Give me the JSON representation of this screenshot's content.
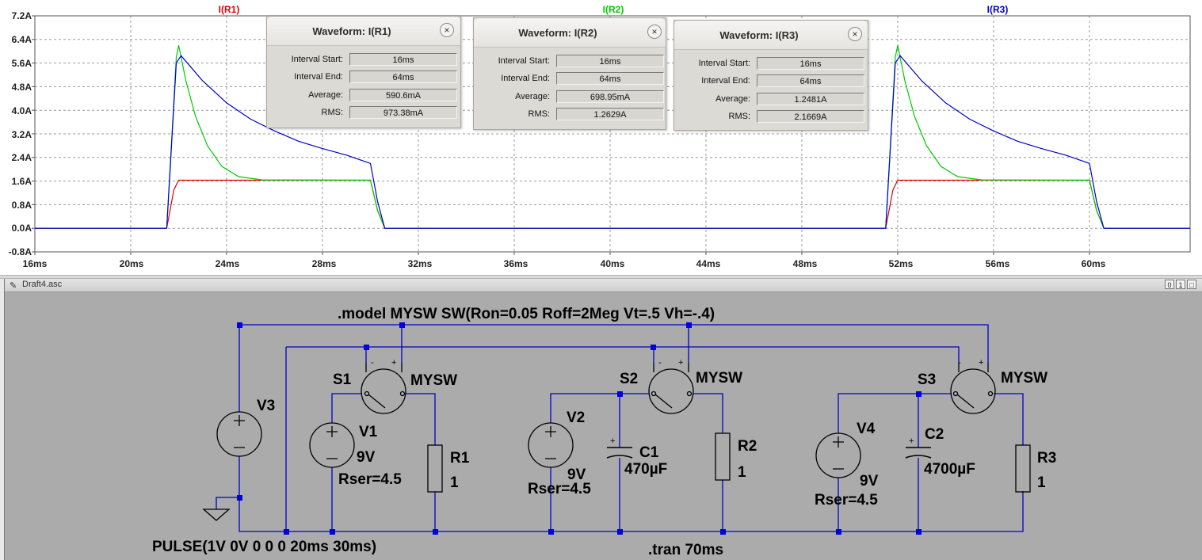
{
  "plot": {
    "trace_titles": [
      {
        "label": "I(R1)",
        "color": "#e00000"
      },
      {
        "label": "I(R2)",
        "color": "#00cc00"
      },
      {
        "label": "I(R3)",
        "color": "#0000d0"
      }
    ],
    "y_ticks": [
      "7.2A",
      "6.4A",
      "5.6A",
      "4.8A",
      "4.0A",
      "3.2A",
      "2.4A",
      "1.6A",
      "0.8A",
      "0.0A",
      "-0.8A"
    ],
    "x_ticks": [
      "16ms",
      "20ms",
      "24ms",
      "28ms",
      "32ms",
      "36ms",
      "40ms",
      "44ms",
      "48ms",
      "52ms",
      "56ms",
      "60ms"
    ]
  },
  "chart_data": {
    "type": "line",
    "xlabel": "",
    "ylabel": "",
    "x_unit": "ms",
    "y_unit": "A",
    "xlim": [
      16,
      64.2
    ],
    "ylim": [
      -0.8,
      7.2
    ],
    "grid": true,
    "legend": "top",
    "series": [
      {
        "name": "I(R1)",
        "color": "#e00000",
        "x": [
          16,
          21.5,
          21.8,
          22.0,
          24,
          28,
          30,
          30.3,
          30.6,
          51.5,
          51.8,
          52.0,
          54,
          58,
          60,
          60.3,
          60.6,
          64.2
        ],
        "y": [
          0,
          0,
          1.3,
          1.63,
          1.63,
          1.63,
          1.63,
          0.6,
          0,
          0,
          1.3,
          1.63,
          1.63,
          1.63,
          1.63,
          0.6,
          0,
          0
        ]
      },
      {
        "name": "I(R2)",
        "color": "#00cc00",
        "x": [
          16,
          21.5,
          21.9,
          22.0,
          22.3,
          22.7,
          23.2,
          23.8,
          24.5,
          25.5,
          30,
          30.3,
          30.6,
          51.5,
          51.9,
          52.0,
          52.3,
          52.7,
          53.2,
          53.8,
          54.5,
          55.5,
          60,
          60.3,
          60.6,
          64.2
        ],
        "y": [
          0,
          0,
          5.8,
          6.2,
          5.0,
          3.8,
          2.8,
          2.1,
          1.75,
          1.64,
          1.63,
          0.6,
          0,
          0,
          5.8,
          6.2,
          5.0,
          3.8,
          2.8,
          2.1,
          1.75,
          1.64,
          1.63,
          0.6,
          0,
          0
        ]
      },
      {
        "name": "I(R3)",
        "color": "#0000d0",
        "x": [
          16,
          21.5,
          21.9,
          22.1,
          23,
          24,
          25,
          26,
          27,
          28,
          29,
          30,
          30.3,
          30.6,
          51.5,
          51.9,
          52.1,
          53,
          54,
          55,
          56,
          57,
          58,
          59,
          60,
          60.3,
          60.6,
          64.2
        ],
        "y": [
          0,
          0,
          5.6,
          5.85,
          5.0,
          4.25,
          3.7,
          3.3,
          2.95,
          2.7,
          2.48,
          2.2,
          0.9,
          0,
          0,
          5.6,
          5.85,
          5.0,
          4.25,
          3.7,
          3.3,
          2.95,
          2.7,
          2.48,
          2.2,
          0.9,
          0,
          0
        ]
      }
    ]
  },
  "dialogs": [
    {
      "title": "Waveform: I(R1)",
      "close": "×",
      "rows": [
        {
          "label": "Interval Start:",
          "value": "16ms"
        },
        {
          "label": "Interval End:",
          "value": "64ms"
        },
        {
          "label": "Average:",
          "value": "590.6mA"
        },
        {
          "label": "RMS:",
          "value": "973.38mA"
        }
      ]
    },
    {
      "title": "Waveform: I(R2)",
      "close": "×",
      "rows": [
        {
          "label": "Interval Start:",
          "value": "16ms"
        },
        {
          "label": "Interval End:",
          "value": "64ms"
        },
        {
          "label": "Average:",
          "value": "698.95mA"
        },
        {
          "label": "RMS:",
          "value": "1.2629A"
        }
      ]
    },
    {
      "title": "Waveform: I(R3)",
      "close": "×",
      "rows": [
        {
          "label": "Interval Start:",
          "value": "16ms"
        },
        {
          "label": "Interval End:",
          "value": "64ms"
        },
        {
          "label": "Average:",
          "value": "1.2481A"
        },
        {
          "label": "RMS:",
          "value": "2.1669A"
        }
      ]
    }
  ],
  "schematic": {
    "window_title": "Draft4.asc",
    "window_buttons": [
      "0",
      "1",
      "□"
    ],
    "directives": {
      "model": ".model MYSW SW(Ron=0.05 Roff=2Meg Vt=.5 Vh=-.4)",
      "pulse": "PULSE(1V 0V 0 0 0 20ms 30ms)",
      "tran": ".tran 70ms"
    },
    "components": {
      "V3": "V3",
      "V1": "V1",
      "V1_value": "9V",
      "V1_rser": "Rser=4.5",
      "S1": "S1",
      "S1_model": "MYSW",
      "R1": "R1",
      "R1_value": "1",
      "V2": "V2",
      "V2_value": "9V",
      "V2_rser": "Rser=4.5",
      "S2": "S2",
      "S2_model": "MYSW",
      "C1": "C1",
      "C1_value": "470µF",
      "R2": "R2",
      "R2_value": "1",
      "V4": "V4",
      "V4_value": "9V",
      "V4_rser": "Rser=4.5",
      "S3": "S3",
      "S3_model": "MYSW",
      "C2": "C2",
      "C2_value": "4700µF",
      "R3": "R3",
      "R3_value": "1"
    },
    "switch_pins": {
      "minus": "-",
      "plus": "+"
    },
    "colors": {
      "wire": "#0000c8",
      "background": "#ababab"
    }
  }
}
